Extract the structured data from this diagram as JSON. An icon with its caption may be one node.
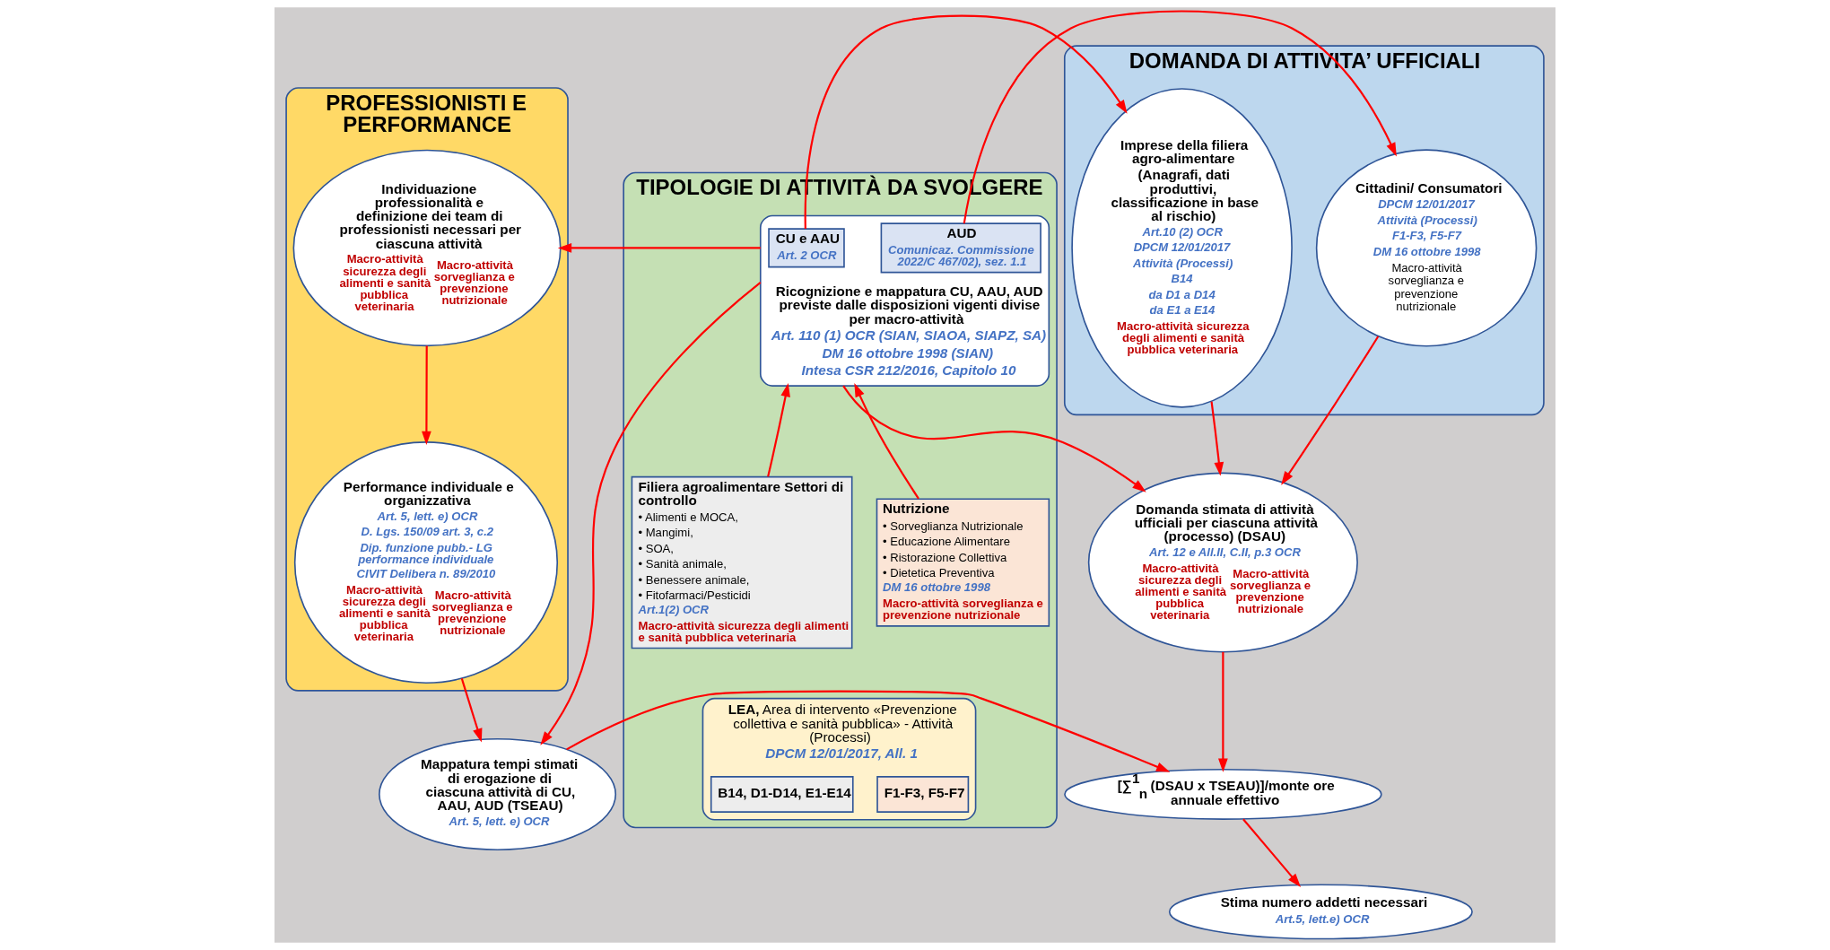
{
  "diagram": {
    "nodes": [
      {
        "text": [
          "PROFESSIONISTI E PERFORMANCE"
        ]
      },
      {
        "text": [
          "Individuazione professionalità e definizione dei team di professionisti necessari per ciascuna attività",
          "Macro-attività sicurezza degli alimenti e sanità pubblica veterinaria",
          "Macro-attività sorveglianza e prevenzione nutrizionale"
        ],
        "in": 0
      },
      {
        "text": [
          "Performance individuale e organizzativa",
          "Art. 5, lett. e) OCR",
          "D. Lgs. 150/09 art. 3, c.2",
          "Dip. funzione pubb.- LG performance individuale",
          "CIVIT Delibera n. 89/2010",
          "Macro-attività sicurezza degli alimenti e sanità pubblica veterinaria",
          "Macro-attività sorveglianza e prevenzione nutrizionale"
        ],
        "in": 0
      },
      {
        "text": [
          "TIPOLOGIE DI ATTIVITÀ DA SVOLGERE"
        ]
      },
      {
        "text": [
          "Ricognizione e mappatura CU, AAU, AUD previste dalle disposizioni vigenti divise per macro-attività",
          "Art. 110 (1) OCR (SIAN, SIAOA, SIAPZ, SA)",
          "DM 16 ottobre 1998 (SIAN)",
          "Intesa CSR 212/2016, Capitolo 10"
        ],
        "in": 3
      },
      {
        "text": [
          "CU e AAU",
          "Art. 2 OCR"
        ],
        "in": 4
      },
      {
        "text": [
          "AUD",
          "Comunicaz. Commissione 2022/C 467/02), sez. 1.1"
        ],
        "in": 4
      },
      {
        "text": [
          "Filiera agroalimentare Settori di controllo",
          "• Alimenti e MOCA,",
          "• Mangimi,",
          "• SOA,",
          "• Sanità animale,",
          "• Benessere animale,",
          "• Fitofarmaci/Pesticidi",
          "Art.1(2) OCR",
          "Macro-attività sicurezza degli alimenti e sanità pubblica veterinaria"
        ],
        "in": 3
      },
      {
        "text": [
          "Nutrizione",
          "• Sorveglianza Nutrizionale",
          "• Educazione Alimentare",
          "• Ristorazione Collettiva",
          "• Dietetica Preventiva",
          "DM 16 ottobre 1998",
          "Macro-attività sorveglianza e prevenzione nutrizionale"
        ],
        "in": 3
      },
      {
        "text": [
          "**LEA,** Area di intervento «Prevenzione collettiva e sanità pubblica» - Attività (Processi)",
          "DPCM 12/01/2017, All. 1"
        ],
        "in": 3
      },
      {
        "text": [
          "B14, D1-D14, E1-E14"
        ],
        "in": 9
      },
      {
        "text": [
          "F1-F3, F5-F7"
        ],
        "in": 9
      },
      {
        "text": [
          "DOMANDA DI ATTIVITA’ UFFICIALI"
        ]
      },
      {
        "text": [
          "Imprese della filiera agro-alimentare",
          "(Anagrafi, dati produttivi, classificazione in base al rischio)",
          "Art.10 (2) OCR",
          "DPCM 12/01/2017",
          "Attività (Processi)",
          "B14",
          "da D1 a D14",
          "da E1 a E14",
          "Macro-attività sicurezza degli alimenti e sanità pubblica veterinaria"
        ],
        "in": 12
      },
      {
        "text": [
          "Cittadini/ Consumatori",
          "DPCM 12/01/2017",
          "Attività (Processi)",
          "F1-F3, F5-F7",
          "DM 16 ottobre 1998",
          "Macro-attività sorveglianza e prevenzione nutrizionale"
        ],
        "in": 12
      },
      {
        "text": [
          "Domanda stimata di attività ufficiali per ciascuna attività (processo) (DSAU)",
          "Art. 12 e All.II, C.II, p.3 OCR",
          "Macro-attività sicurezza degli alimenti e sanità pubblica veterinaria",
          "Macro-attività sorveglianza e prevenzione nutrizionale"
        ]
      },
      {
        "text": [
          "Mappatura tempi stimati di erogazione di ciascuna attività di CU, AAU, AUD (TSEAU)",
          "Art. 5, lett. e) OCR"
        ]
      },
      {
        "text": [
          "[∑$^{1}$$_{n}$ (DSAU x TSEAU)]/monte ore annuale effettivo"
        ]
      },
      {
        "text": [
          "Stima numero addetti necessari",
          "Art.5, lett.e) OCR"
        ]
      }
    ],
    "edges": [
      {
        "from": 4,
        "to": 1,
        "arrow": "to"
      },
      {
        "from": 4,
        "to": 16,
        "arrow": "to"
      },
      {
        "from": 1,
        "to": 2,
        "arrow": "to"
      },
      {
        "from": 2,
        "to": 16,
        "arrow": "to"
      },
      {
        "from": 5,
        "to": 13,
        "arrow": "to"
      },
      {
        "from": 6,
        "to": 14,
        "arrow": "to"
      },
      {
        "from": 4,
        "to": 15,
        "arrow": "to"
      },
      {
        "from": 7,
        "to": 4,
        "arrow": "to"
      },
      {
        "from": 8,
        "to": 4,
        "arrow": "to"
      },
      {
        "from": 13,
        "to": 15,
        "arrow": "to"
      },
      {
        "from": 14,
        "to": 15,
        "arrow": "to"
      },
      {
        "from": 15,
        "to": 17,
        "arrow": "to"
      },
      {
        "from": 16,
        "to": 17,
        "arrow": "to"
      },
      {
        "from": 17,
        "to": 18,
        "arrow": "to"
      }
    ]
  }
}
